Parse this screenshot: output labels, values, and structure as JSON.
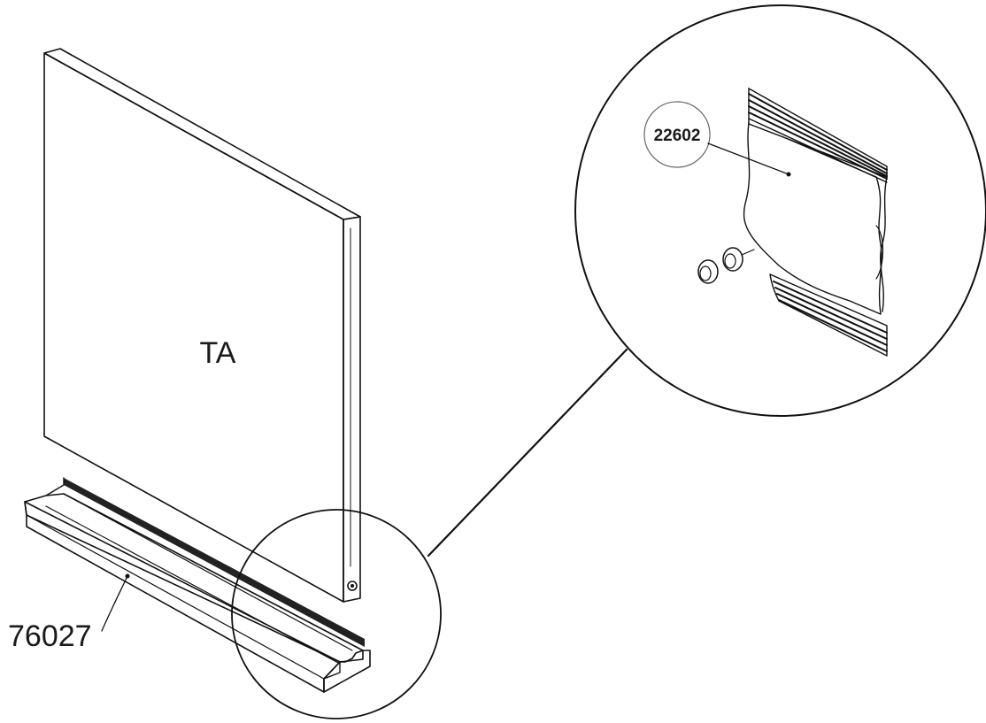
{
  "labels": {
    "panel": "TA",
    "rail_part": "76027",
    "detail_part": "22602"
  },
  "colors": {
    "line": "#111111",
    "background": "#ffffff"
  }
}
